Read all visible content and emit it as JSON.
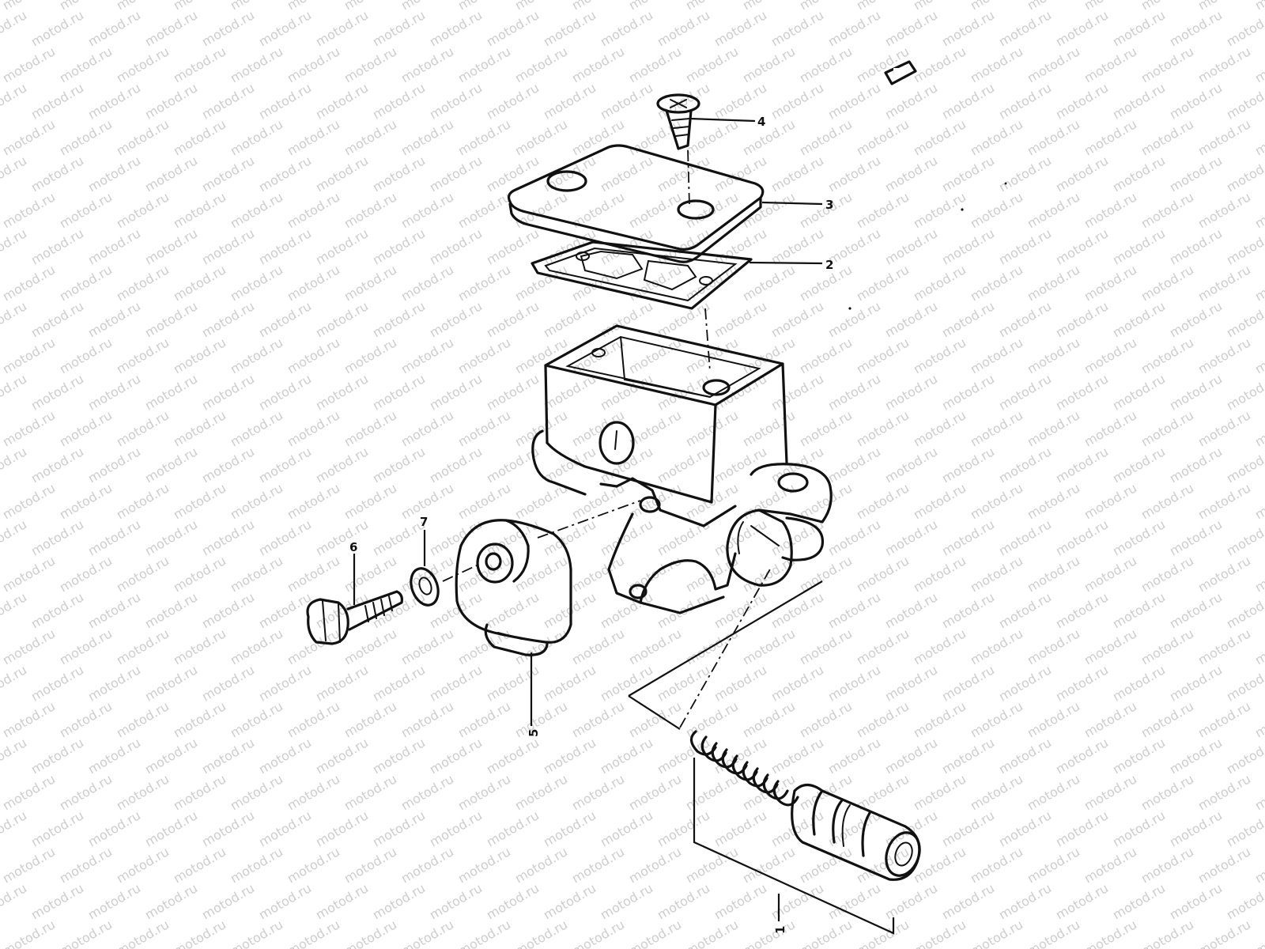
{
  "watermark": {
    "text": "motod.ru"
  },
  "callouts": {
    "label_1": "1",
    "label_2": "2",
    "label_3": "3",
    "label_4": "4",
    "label_5": "5",
    "label_6": "6",
    "label_7": "7"
  }
}
